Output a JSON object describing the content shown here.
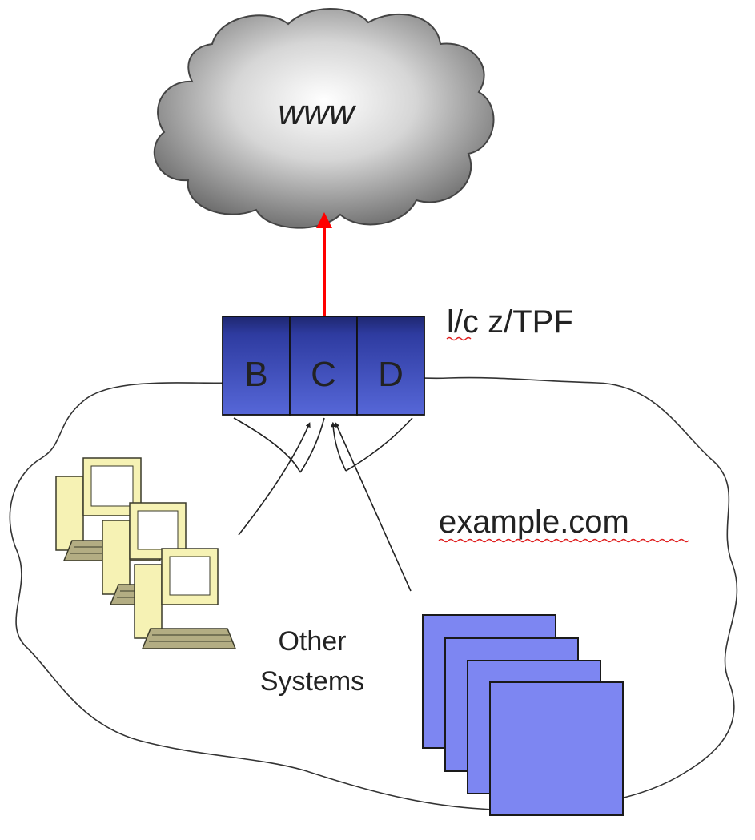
{
  "cloud": {
    "label": "www"
  },
  "server": {
    "label": "l/c z/TPF",
    "cells": [
      "B",
      "C",
      "D"
    ],
    "fill": "#4a58c8",
    "dark": "#1c2466"
  },
  "domain": {
    "label": "example.com"
  },
  "systems": {
    "label_line1": "Other",
    "label_line2": "Systems"
  },
  "colors": {
    "uplink_arrow": "#ff0000",
    "docs_fill": "#7d86f2",
    "docs_stroke": "#1a1a1a",
    "computer_fill": "#f6f2b4",
    "computer_base": "#b3ad83"
  }
}
